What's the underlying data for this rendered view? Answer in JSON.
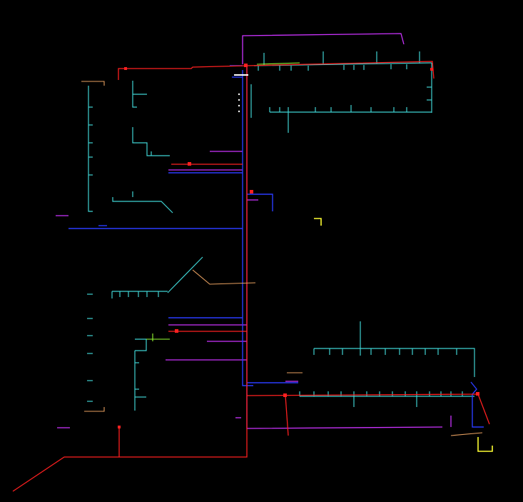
{
  "colors": {
    "background": "#000000",
    "cyan": "#3fd3d3",
    "red": "#ff2020",
    "magenta": "#cc33ff",
    "blue": "#2a3cff",
    "orange": "#e8a060",
    "yellow": "#ffff33",
    "green": "#99ff33",
    "white": "#ffffff"
  },
  "networks": [
    "cyan",
    "red",
    "magenta",
    "blue",
    "orange",
    "yellow",
    "green"
  ]
}
